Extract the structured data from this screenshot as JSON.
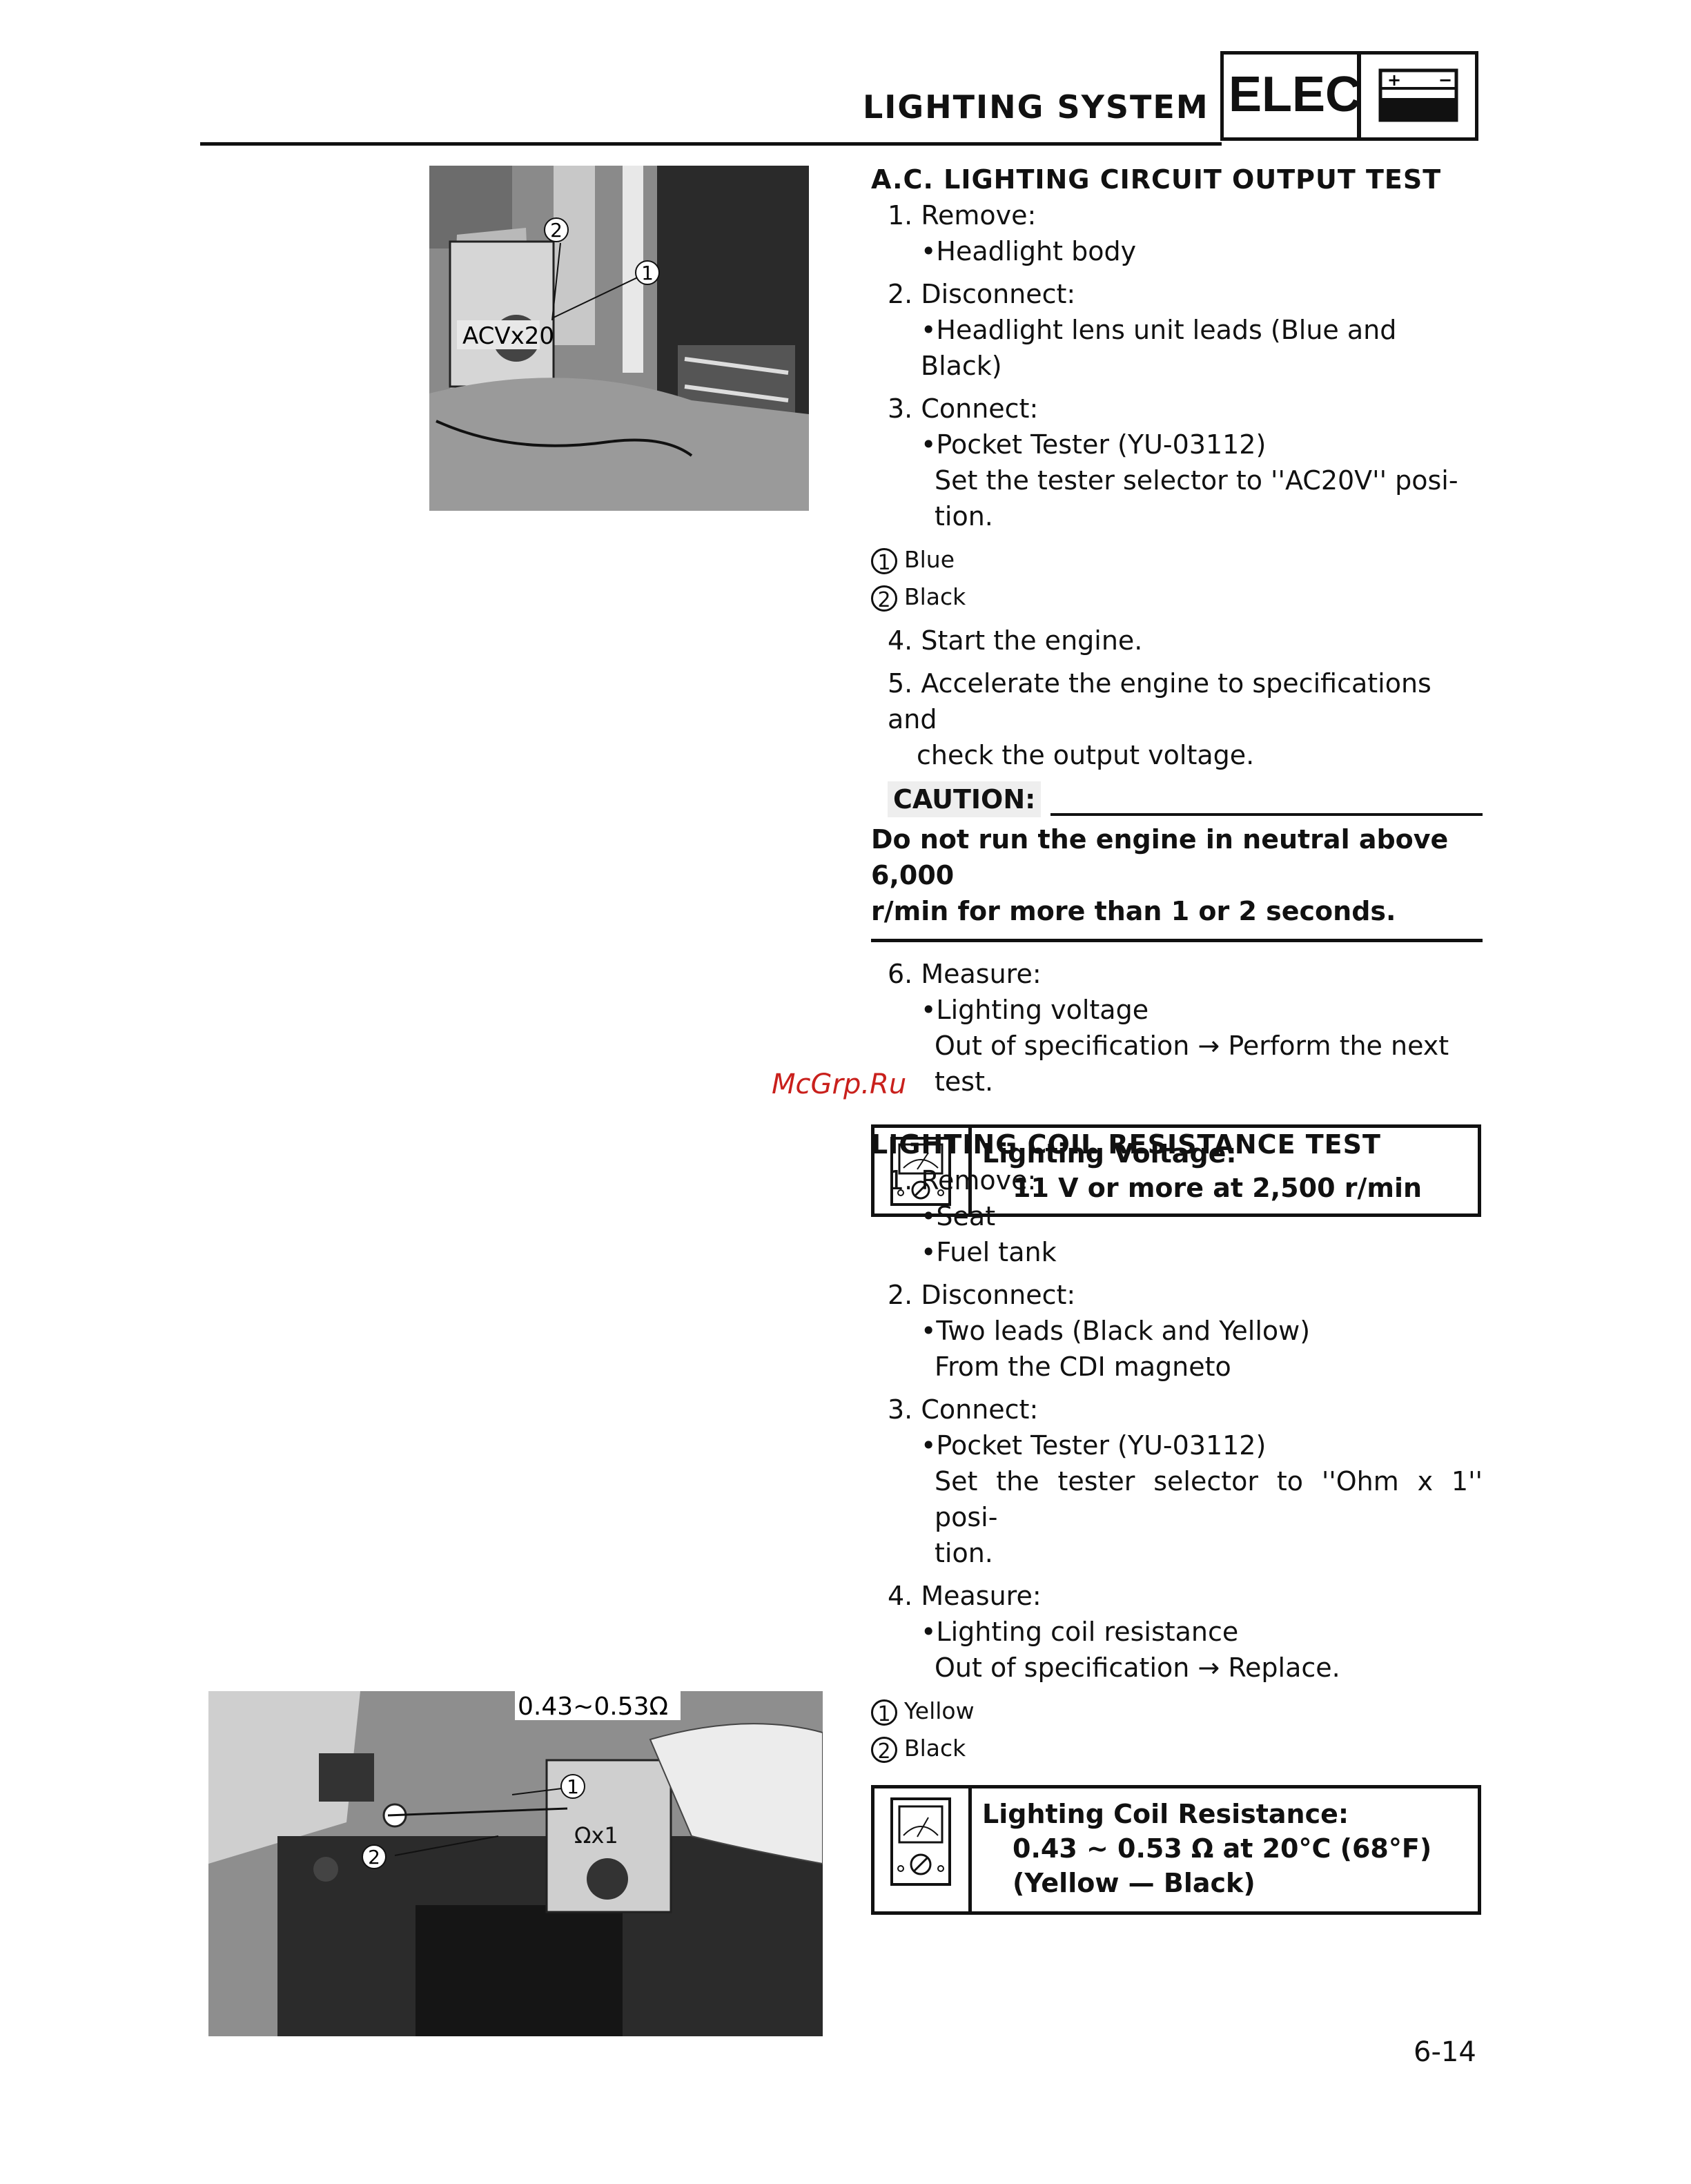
{
  "header": {
    "title": "LIGHTING SYSTEM",
    "tag": "ELEC"
  },
  "photo1": {
    "meter_label": "ACVx20",
    "callout1": "1",
    "callout2": "2"
  },
  "photo2": {
    "value_label": "0.43~0.53Ω",
    "meter_label": "Ωx1",
    "callout1": "1",
    "callout2": "2"
  },
  "section1": {
    "heading": "A.C. LIGHTING CIRCUIT OUTPUT TEST",
    "s1": "1. Remove:",
    "s1a": "•Headlight body",
    "s2": "2. Disconnect:",
    "s2a": "•Headlight lens unit leads (Blue and Black)",
    "s3": "3. Connect:",
    "s3a": "•Pocket Tester (YU-03112)",
    "s3b": "Set the tester selector to ''AC20V'' posi-",
    "s3c": "tion.",
    "key1": "Blue",
    "key2": "Black",
    "s4": "4. Start the engine.",
    "s5a": "5. Accelerate the engine to specifications and",
    "s5b": "check the output voltage.",
    "caution_label": "CAUTION:",
    "caution_text1": "Do not run the engine in neutral above 6,000",
    "caution_text2": "r/min for more than 1 or 2 seconds.",
    "s6": "6. Measure:",
    "s6a": "•Lighting voltage",
    "s6b": "Out of specification → Perform the next",
    "s6c": "test.",
    "spec_title": "Lighting Voltage:",
    "spec_value": "11 V or more at 2,500 r/min"
  },
  "section2": {
    "heading": "LIGHTING COIL RESISTANCE TEST",
    "s1": "1. Remove:",
    "s1a": "•Seat",
    "s1b": "•Fuel tank",
    "s2": "2. Disconnect:",
    "s2a": "•Two leads (Black and Yellow)",
    "s2b": "From the CDI magneto",
    "s3": "3. Connect:",
    "s3a": "•Pocket Tester (YU-03112)",
    "s3b": "Set the tester selector to ''Ohm x 1'' posi-",
    "s3c": "tion.",
    "s4": "4. Measure:",
    "s4a": "•Lighting coil resistance",
    "s4b": "Out of specification → Replace.",
    "key1": "Yellow",
    "key2": "Black",
    "spec_title": "Lighting Coil Resistance:",
    "spec_value": "0.43 ~ 0.53 Ω at 20°C (68°F)",
    "spec_note": "(Yellow — Black)"
  },
  "watermark": "McGrp.Ru",
  "page_number": "6-14"
}
